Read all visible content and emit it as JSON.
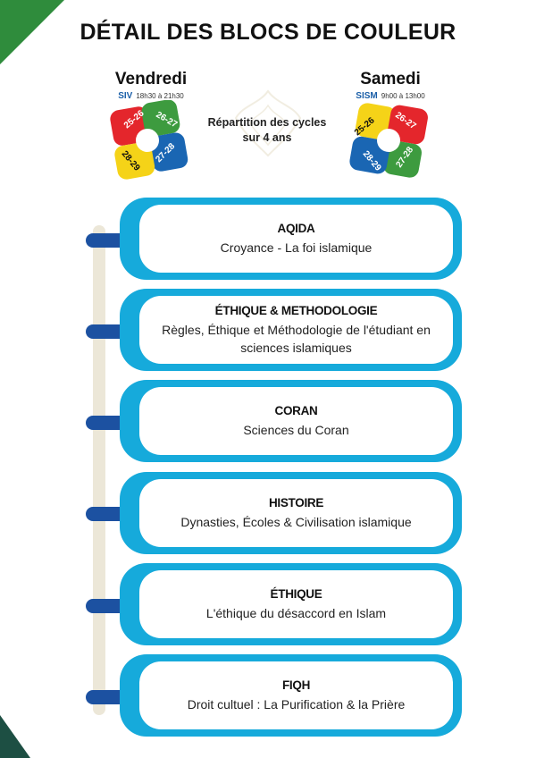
{
  "header": {
    "title": "DÉTAIL DES BLOCS DE COULEUR"
  },
  "schedule": {
    "friday": {
      "day": "Vendredi",
      "code": "SIV",
      "hours": "18h30 à 21h30"
    },
    "saturday": {
      "day": "Samedi",
      "code": "SISM",
      "hours": "9h00 à 13h00"
    },
    "center_text": "Répartition des cycles sur 4 ans"
  },
  "cycle_logo": {
    "left": {
      "labels": [
        "25-26",
        "26-27",
        "27-28",
        "28-29"
      ]
    },
    "right": {
      "labels": [
        "25-26",
        "26-27",
        "27-28",
        "28-29"
      ]
    },
    "colors": {
      "red": "#e4262c",
      "green": "#3d9b3f",
      "blue": "#1a66b3",
      "yellow": "#f5d318"
    }
  },
  "theme": {
    "card_border": "#16aadb",
    "connector": "#1c51a1",
    "timeline": "#ece7d8",
    "corner_top": "#2f8c3c",
    "corner_bottom": "#1d4f43"
  },
  "blocks": [
    {
      "title": "AQIDA",
      "desc": "Croyance - La foi islamique"
    },
    {
      "title": "ÉTHIQUE & METHODOLOGIE",
      "desc": "Règles, Éthique et Méthodologie de l'étudiant en sciences islamiques"
    },
    {
      "title": "CORAN",
      "desc": "Sciences du Coran"
    },
    {
      "title": "HISTOIRE",
      "desc": "Dynasties, Écoles & Civilisation islamique"
    },
    {
      "title": "ÉTHIQUE",
      "desc": "L'éthique du désaccord en Islam"
    },
    {
      "title": "FIQH",
      "desc": "Droit cultuel :  La Purification & la Prière"
    }
  ]
}
